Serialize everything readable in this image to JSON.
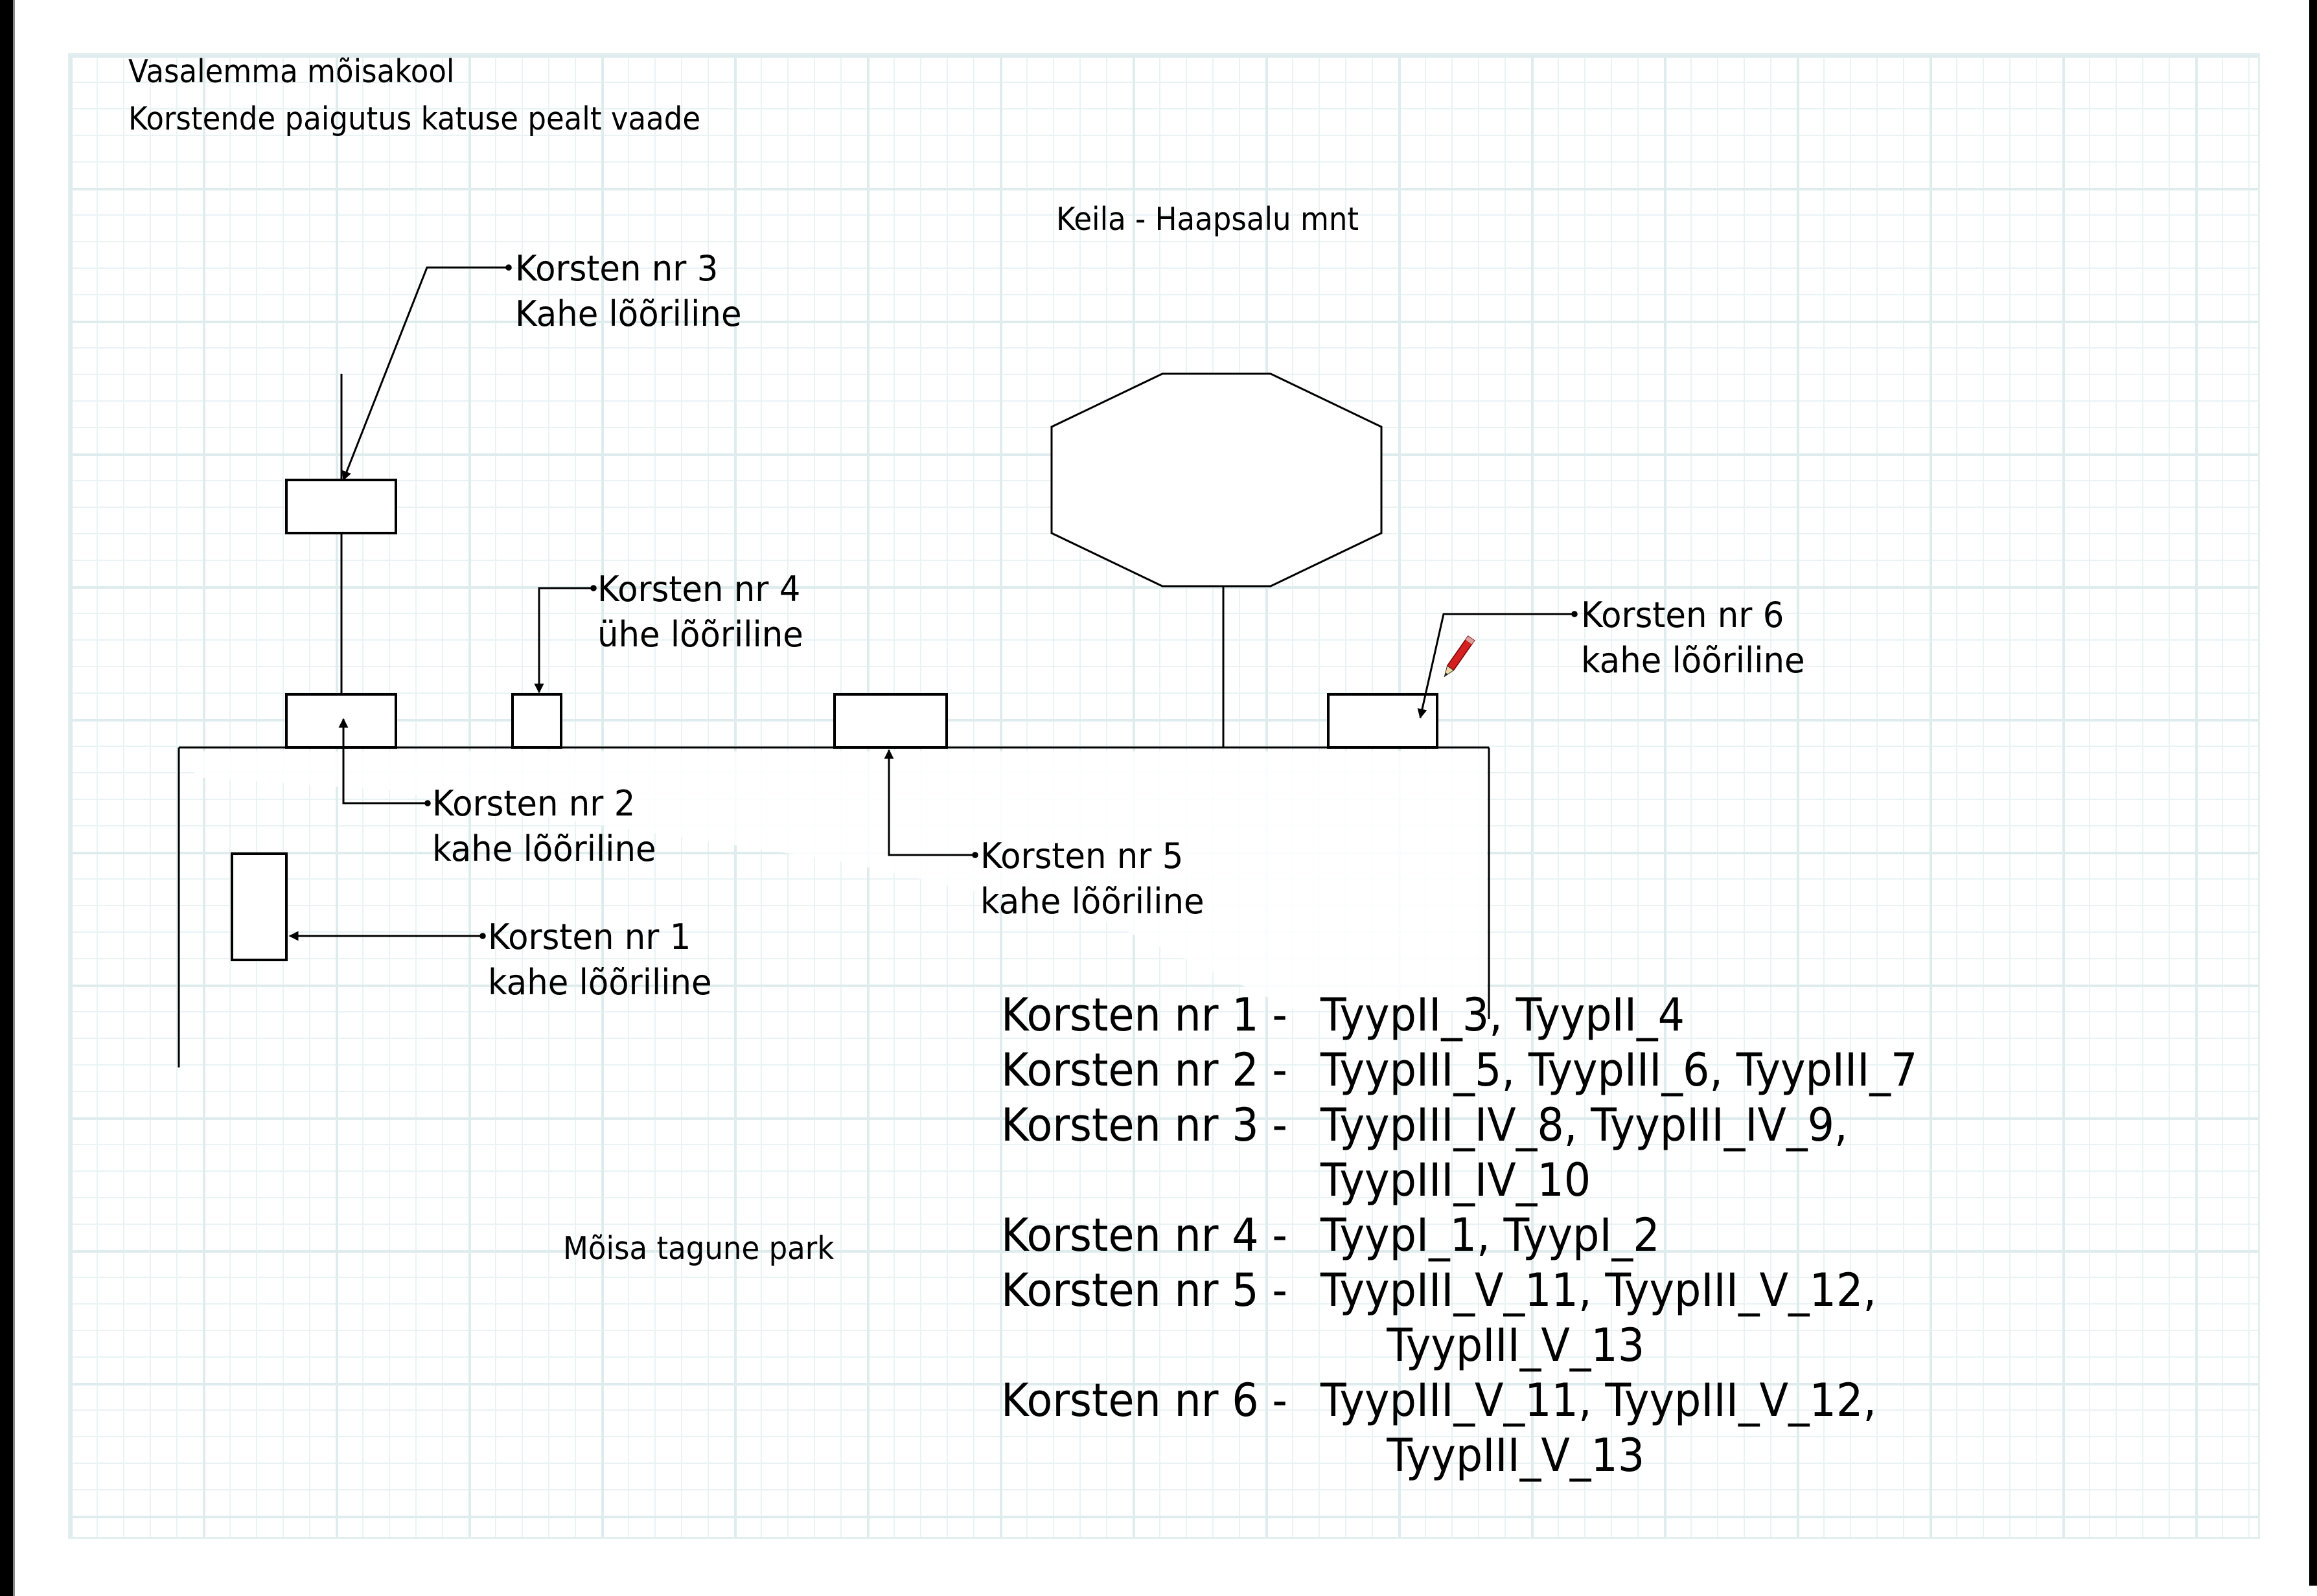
{
  "header": {
    "title": "Vasalemma mõisakool",
    "subtitle": "Korstende paigutus katuse pealt vaade"
  },
  "landmarks": {
    "road": "Keila - Haapsalu mnt",
    "park": "Mõisa tagune park"
  },
  "chimneys": [
    {
      "id": 1,
      "label": "Korsten nr 1",
      "type": "kahe lõõriline"
    },
    {
      "id": 2,
      "label": "Korsten nr 2",
      "type": "kahe lõõriline"
    },
    {
      "id": 3,
      "label": "Korsten nr 3",
      "type": "Kahe lõõriline"
    },
    {
      "id": 4,
      "label": "Korsten nr 4",
      "type": "ühe lõõriline"
    },
    {
      "id": 5,
      "label": "Korsten nr 5",
      "type": "kahe lõõriline"
    },
    {
      "id": 6,
      "label": "Korsten nr 6",
      "type": "kahe lõõriline"
    }
  ],
  "legend": [
    {
      "key": "Korsten nr 1 - ",
      "line1": "TyypII_3, TyypII_4",
      "line2": null
    },
    {
      "key": "Korsten nr 2 - ",
      "line1": "TyypIII_5, TyypIII_6, TyypIII_7",
      "line2": null
    },
    {
      "key": "Korsten nr 3 - ",
      "line1": "TyypIII_IV_8, TyypIII_IV_9,",
      "line2": "TyypIII_IV_10"
    },
    {
      "key": "Korsten nr 4 - ",
      "line1": "TyypI_1, TyypI_2",
      "line2": null
    },
    {
      "key": "Korsten nr 5 - ",
      "line1": "TyypIII_V_11, TyypIII_V_12,",
      "line2": "TyypIII_V_13"
    },
    {
      "key": "Korsten nr 6 - ",
      "line1": "TyypIII_V_11, TyypIII_V_12,",
      "line2": "TyypIII_V_13"
    }
  ],
  "icons": {
    "edit": "pencil-icon"
  },
  "colors": {
    "grid_major": "#dfeced",
    "grid_minor": "#e9f3f4",
    "stroke": "#000000",
    "pencil": "#d42020"
  }
}
